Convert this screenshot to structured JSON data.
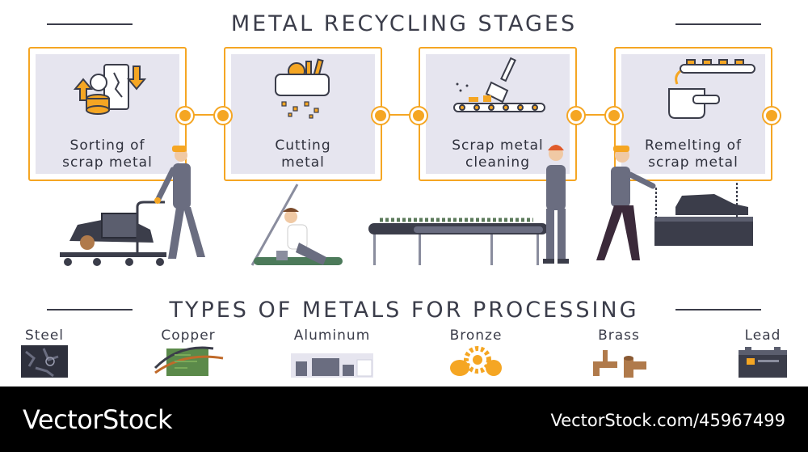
{
  "header": {
    "title": "METAL RECYCLING STAGES"
  },
  "stages": [
    {
      "label_line1": "Sorting of",
      "label_line2": "scrap metal"
    },
    {
      "label_line1": "Cutting",
      "label_line2": "metal"
    },
    {
      "label_line1": "Scrap metal",
      "label_line2": "cleaning"
    },
    {
      "label_line1": "Remelting of",
      "label_line2": "scrap metal"
    }
  ],
  "types_section": {
    "title": "TYPES OF METALS FOR PROCESSING"
  },
  "metals": [
    {
      "name": "Steel",
      "icon": "steel-sheet-icon"
    },
    {
      "name": "Copper",
      "icon": "copper-wire-icon"
    },
    {
      "name": "Aluminum",
      "icon": "aluminum-profile-icon"
    },
    {
      "name": "Bronze",
      "icon": "bronze-gear-icon"
    },
    {
      "name": "Brass",
      "icon": "brass-faucet-icon"
    },
    {
      "name": "Lead",
      "icon": "battery-icon"
    }
  ],
  "colors": {
    "accent": "#f5a623",
    "card_fill": "#e6e5ef",
    "text": "#3b3d4a",
    "footer": "#000000"
  },
  "footer": {
    "brand": "VectorStock",
    "url": "VectorStock.com/45967499"
  }
}
